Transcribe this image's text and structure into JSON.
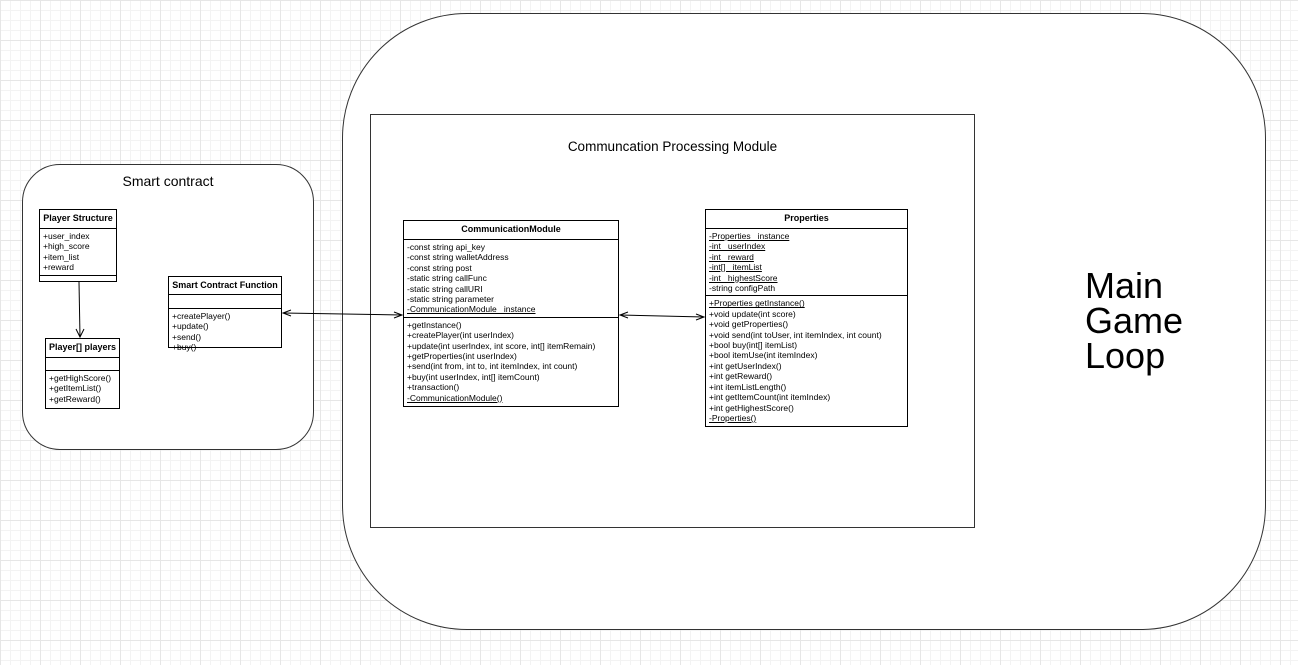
{
  "main_loop": {
    "label_lines": [
      "Main",
      "Game",
      "Loop"
    ]
  },
  "smart_contract": {
    "title": "Smart contract",
    "player_structure": {
      "name": "Player Structure",
      "attributes": [
        "+user_index",
        "+high_score",
        "+item_list",
        "+reward"
      ]
    },
    "players": {
      "name": "Player[] players",
      "methods": [
        "+getHighScore()",
        "+getItemList()",
        "+getReward()"
      ]
    },
    "function": {
      "name": "Smart Contract Function",
      "methods": [
        "+createPlayer()",
        "+update()",
        "+send()",
        "+buy()"
      ]
    }
  },
  "processing": {
    "title": "Communcation Processing Module",
    "communication_module": {
      "name": "CommunicationModule",
      "attributes": [
        {
          "text": "-const string api_key",
          "static": false
        },
        {
          "text": "-const string walletAddress",
          "static": false
        },
        {
          "text": "-const string post",
          "static": false
        },
        {
          "text": "-static string callFunc",
          "static": false
        },
        {
          "text": "-static string callURI",
          "static": false
        },
        {
          "text": "-static string parameter",
          "static": false
        },
        {
          "text": "-CommunicationModule _instance",
          "static": true
        }
      ],
      "methods": [
        {
          "text": "+getInstance()",
          "static": false
        },
        {
          "text": "+createPlayer(int userIndex)",
          "static": false
        },
        {
          "text": "+update(int userIndex, int score, int[] itemRemain)",
          "static": false
        },
        {
          "text": "+getProperties(int userIndex)",
          "static": false
        },
        {
          "text": "+send(int from, int to, int itemIndex, int count)",
          "static": false
        },
        {
          "text": "+buy(int userIndex, int[] itemCount)",
          "static": false
        },
        {
          "text": "+transaction()",
          "static": false
        },
        {
          "text": "-CommunicationModule()",
          "static": true
        }
      ]
    },
    "properties": {
      "name": "Properties",
      "attributes": [
        {
          "text": "-Properties _instance",
          "static": true
        },
        {
          "text": "-int _userIndex",
          "static": true
        },
        {
          "text": "-int _reward",
          "static": true
        },
        {
          "text": "-int[] _itemList",
          "static": true
        },
        {
          "text": "-int _highestScore",
          "static": true
        },
        {
          "text": "-string configPath",
          "static": false
        }
      ],
      "methods": [
        {
          "text": "+Properties getInstance()",
          "static": true
        },
        {
          "text": "+void update(int score)",
          "static": false
        },
        {
          "text": "+void getProperties()",
          "static": false
        },
        {
          "text": "+void send(int toUser, int itemIndex, int count)",
          "static": false
        },
        {
          "text": "+bool buy(int[] itemList)",
          "static": false
        },
        {
          "text": "+bool itemUse(int itemIndex)",
          "static": false
        },
        {
          "text": "+int getUserIndex()",
          "static": false
        },
        {
          "text": "+int getReward()",
          "static": false
        },
        {
          "text": "+int itemListLength()",
          "static": false
        },
        {
          "text": "+int getItemCount(int itemIndex)",
          "static": false
        },
        {
          "text": "+int getHighestScore()",
          "static": false
        },
        {
          "text": "-Properties()",
          "static": true
        }
      ]
    }
  }
}
